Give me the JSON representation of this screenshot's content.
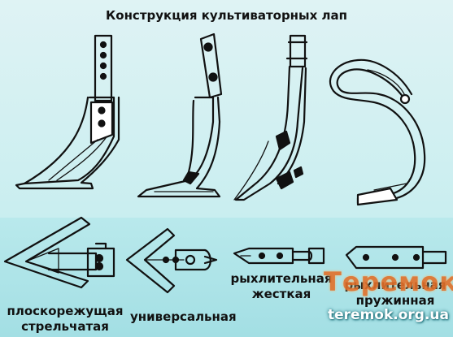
{
  "title": "Конструкция культиваторных лап",
  "labels": {
    "flat_cut_1": "плоскорежущая",
    "flat_cut_2": "стрельчатая",
    "universal": "универсальная",
    "rigid_1": "рыхлительная",
    "rigid_2": "жесткая",
    "spring_1": "рыхлительная",
    "spring_2": "пружинная"
  },
  "watermark": {
    "logo": "Теремок",
    "url": "teremok.org.ua"
  },
  "colors": {
    "ink": "#111111",
    "background_top": "#dff3f4",
    "background_bottom": "#b9e9ec",
    "logo": "#e2702a"
  }
}
